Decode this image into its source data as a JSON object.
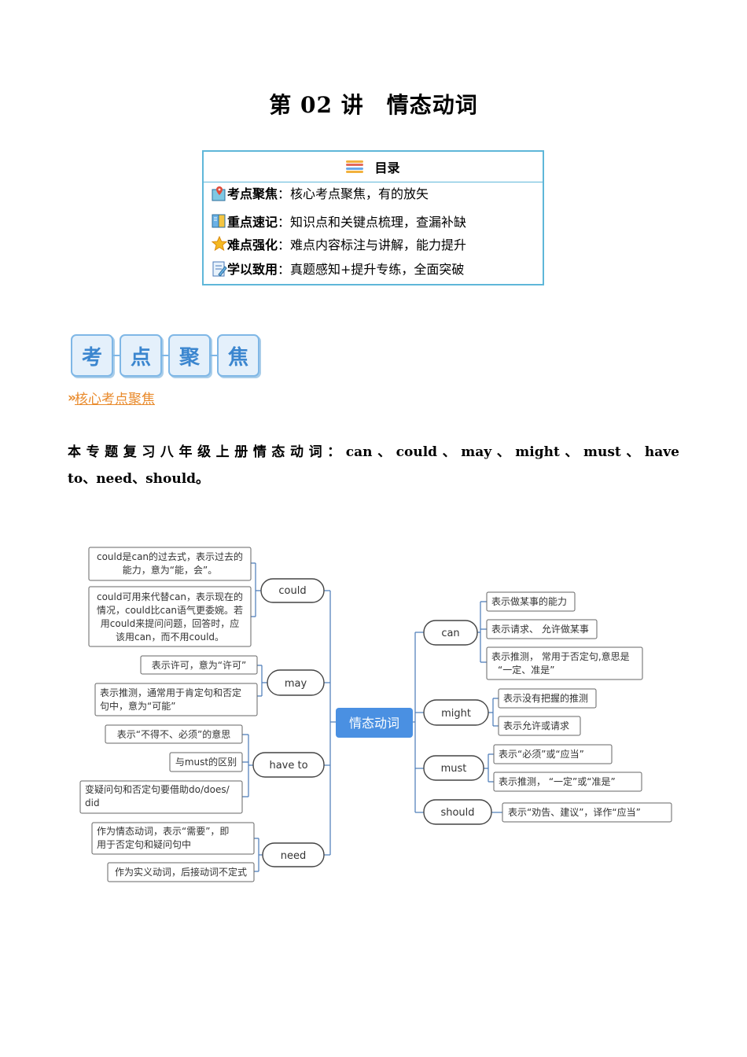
{
  "title": "第 02 讲　情态动词",
  "toc": {
    "heading": "目录",
    "rows": [
      {
        "icon": "map-pin-icon",
        "key": "考点聚焦",
        "desc": "：核心考点聚焦，有的放矢"
      },
      {
        "icon": "book-icon",
        "key": "重点速记",
        "desc": "：知识点和关键点梳理，查漏补缺"
      },
      {
        "icon": "star-icon",
        "key": "难点强化",
        "desc": "：难点内容标注与讲解，能力提升"
      },
      {
        "icon": "pencil-icon",
        "key": "学以致用",
        "desc": "：真题感知+提升专练，全面突破"
      }
    ]
  },
  "banner": {
    "chars": [
      "考",
      "点",
      "聚",
      "焦"
    ]
  },
  "subheading": "核心考点聚焦",
  "intro": {
    "line1": "本专题复习八年级上册情态动词：can、could、may、might、must、have",
    "line2": "to、need、should。"
  },
  "mindmap": {
    "center": "情态动词",
    "left": {
      "could": {
        "label": "could",
        "leaves": [
          "could是can的过去式，表示过去的",
          "能力，意为“能，会”。",
          "could可用来代替can，表示现在的",
          "情况，could比can语气更委婉。若",
          "用could来提问问题，回答时，应",
          "该用can，而不用could。"
        ]
      },
      "may": {
        "label": "may",
        "leaves": [
          "表示许可，意为“许可”",
          "表示推测，通常用于肯定句和否定",
          "句中，意为“可能”"
        ]
      },
      "have_to": {
        "label": "have to",
        "leaves": [
          "表示“不得不、必须”的意思",
          "与must的区别",
          "变疑问句和否定句要借助do/does/",
          "did"
        ]
      },
      "need": {
        "label": "need",
        "leaves": [
          "作为情态动词，表示“需要”，即",
          "用于否定句和疑问句中",
          "作为实义动词，后接动词不定式"
        ]
      }
    },
    "right": {
      "can": {
        "label": "can",
        "leaves": [
          "表示做某事的能力",
          "表示请求、 允许做某事",
          "表示推测， 常用于否定句,意思是",
          "“一定、准是”"
        ]
      },
      "might": {
        "label": "might",
        "leaves": [
          "表示没有把握的推测",
          "表示允许或请求"
        ]
      },
      "must": {
        "label": "must",
        "leaves": [
          "表示“必须”或“应当”",
          "表示推测， “一定”或“准是”"
        ]
      },
      "should": {
        "label": "should",
        "leaves": [
          "表示“劝告、建议”，译作“应当”"
        ]
      }
    },
    "colors": {
      "center_fill": "#4a90e2",
      "line": "#4a7ab8",
      "border": "#444444"
    }
  }
}
